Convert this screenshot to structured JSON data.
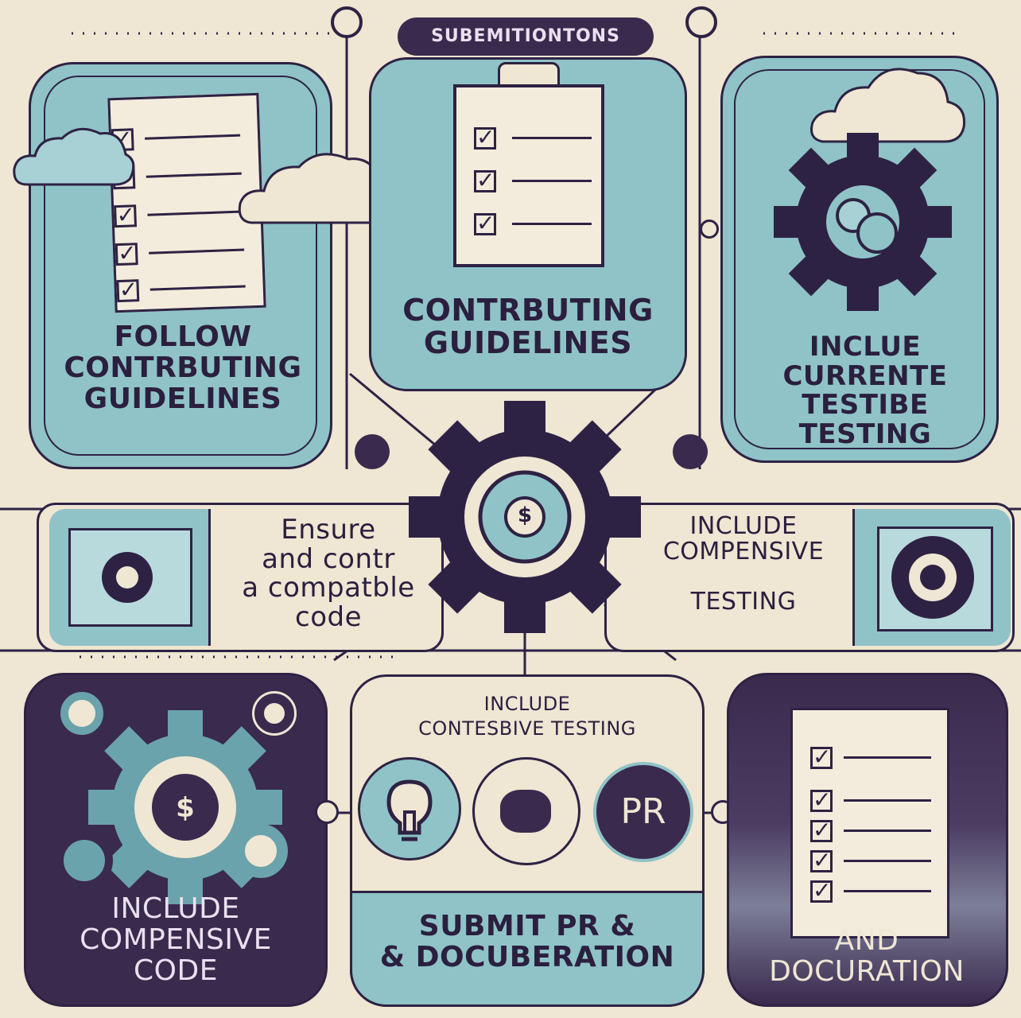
{
  "header": {
    "badge": "SUBEMITIONTONS"
  },
  "panels": {
    "top_left": {
      "title_lines": [
        "FOLLOW",
        "CONTRBUTING",
        "GUIDELINES"
      ]
    },
    "top_center": {
      "title_lines": [
        "CONTRBUTING",
        "GUIDELINES"
      ]
    },
    "top_right": {
      "title_lines": [
        "INCLUE",
        "CURRENTE",
        "TESTIBE",
        "TESTING"
      ]
    },
    "middle_left": {
      "text_lines": [
        "Ensure",
        "and contr",
        "a compatble",
        "code"
      ]
    },
    "middle_right": {
      "text_lines": [
        "INCLUDE",
        "COMPENSIVE",
        "TESTING"
      ]
    },
    "bottom_left": {
      "title_lines": [
        "INCLUDE",
        "COMPENSIVE",
        "CODE"
      ]
    },
    "bottom_center": {
      "header_lines": [
        "INCLUDE",
        "CONTESBIVE TESTING"
      ],
      "pr_badge": "PR",
      "title_lines": [
        "SUBMIT PR &",
        "& DOCUBERATION"
      ]
    },
    "bottom_right": {
      "title_lines": [
        "AND",
        "DOCURATION"
      ]
    },
    "center_gear": {
      "symbol": "$"
    }
  },
  "icons": {
    "checklist": "checklist-icon",
    "cloud": "cloud-icon",
    "gear": "gear-icon",
    "lightbulb": "lightbulb-icon",
    "target": "target-icon"
  },
  "colors": {
    "background": "#efe6d3",
    "teal": "#8fc3c7",
    "dark_purple": "#3a2a4e",
    "cream": "#f3ecdc"
  }
}
